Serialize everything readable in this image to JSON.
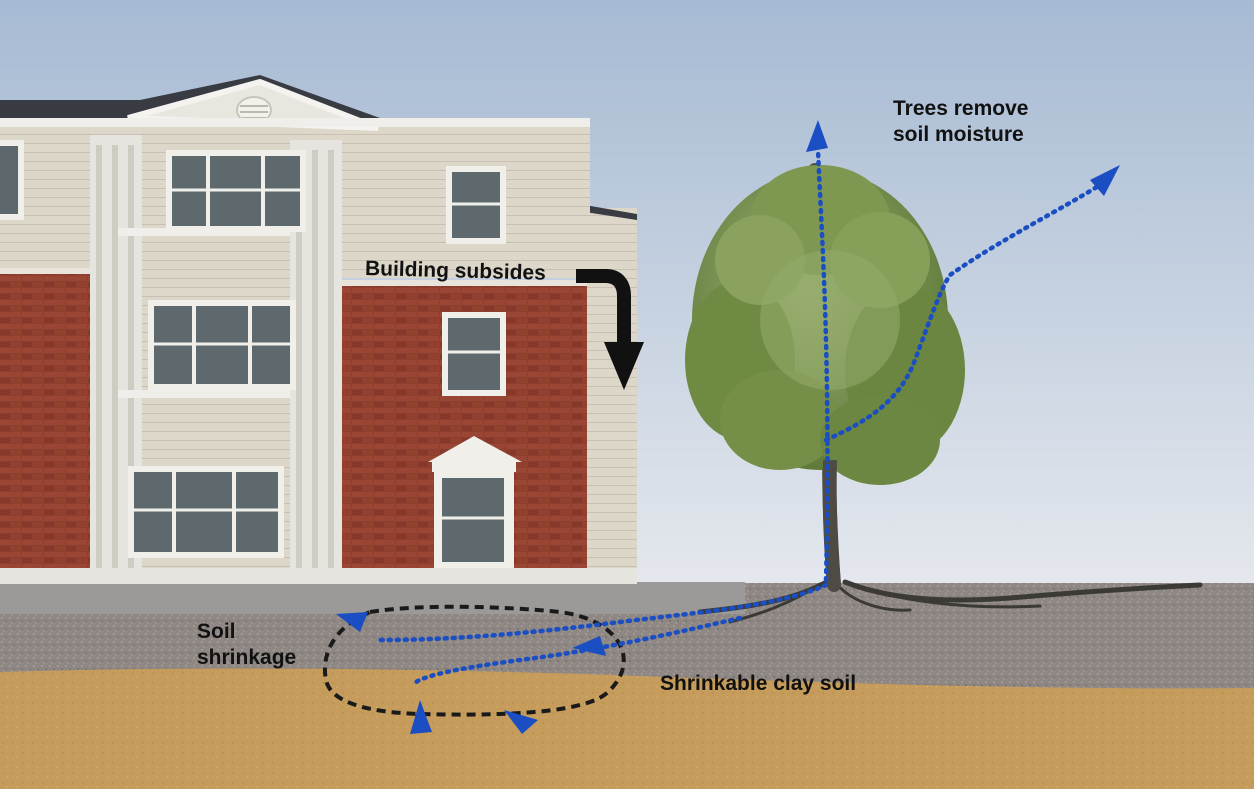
{
  "labels": {
    "trees_line1": "Trees remove",
    "trees_line2": "soil moisture",
    "building_subsides": "Building subsides",
    "soil_line1": "Soil",
    "soil_line2": "shrinkage",
    "clay": "Shrinkable clay soil"
  },
  "colors": {
    "sky_top": "#a9bcd4",
    "sky_bottom": "#e4e8ee",
    "brick": "#8f3d2f",
    "siding": "#ddd6c8",
    "trim": "#efeeea",
    "roof": "#3a3c44",
    "window_glass": "#5f6a6e",
    "foliage": "#6f8a45",
    "gravel": "#8d8681",
    "clay": "#c49b5a",
    "blue_path": "#1a4ec2",
    "black_path": "#1a1a1a"
  },
  "icons": {
    "subside_arrow": "bent-down-arrow-icon",
    "flow_arrow": "blue-triangle-arrow-icon"
  }
}
